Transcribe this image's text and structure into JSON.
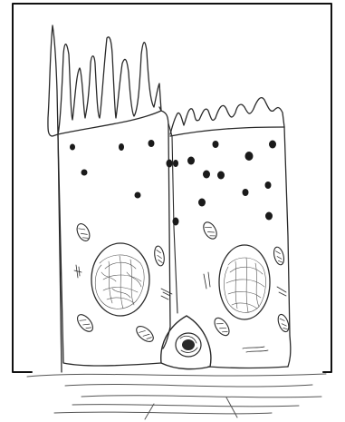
{
  "figure": {
    "description_visible_text": "",
    "frame_color": "#111111",
    "ink_color": "#2a2a2a",
    "paper_color": "#ffffff",
    "cells": [
      {
        "name": "tall-columnar-cell-with-microvilli",
        "nucleus": true
      },
      {
        "name": "shorter-columnar-cell-with-brush-border",
        "nucleus": true
      },
      {
        "name": "basal-cell",
        "nucleus": true
      }
    ]
  }
}
